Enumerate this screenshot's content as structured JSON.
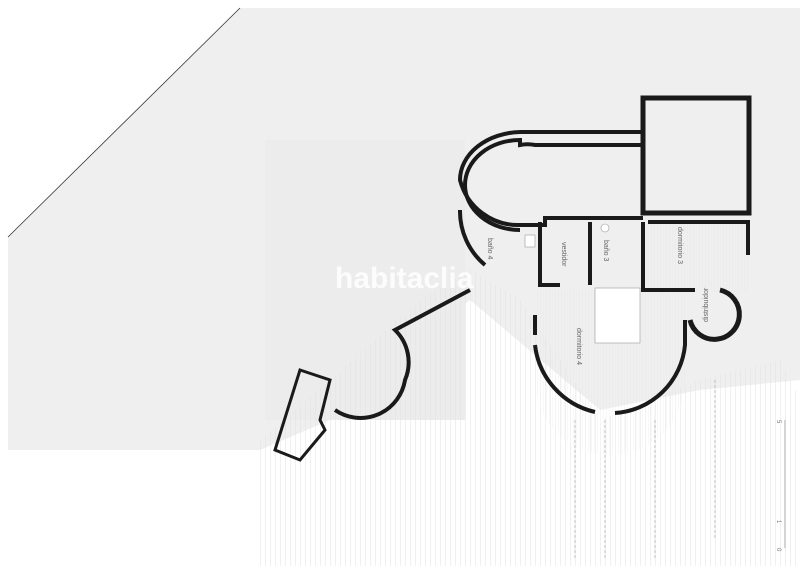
{
  "plan": {
    "rooms": [
      {
        "id": "bano4",
        "label": "baño 4"
      },
      {
        "id": "vestidor",
        "label": "vestidor"
      },
      {
        "id": "bano3",
        "label": "baño 3"
      },
      {
        "id": "dormitorio3",
        "label": "dormitorio 3"
      },
      {
        "id": "distribuidor",
        "label": "distribuidor"
      },
      {
        "id": "dormitorio4",
        "label": "dormitorio 4"
      }
    ],
    "watermark": "habitaclia",
    "scale_bar": {
      "ticks": [
        "0",
        "1",
        "5"
      ]
    },
    "colors": {
      "background": "#ffffff",
      "site": "#efefef",
      "wall": "#1a1a1a",
      "hatch": "#d8d8d8"
    }
  }
}
